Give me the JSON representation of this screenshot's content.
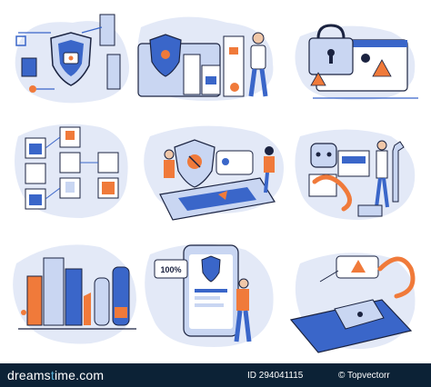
{
  "illustration": {
    "badge_text": "100%",
    "colors": {
      "primary": "#3a66c9",
      "light": "#c9d6f2",
      "accent": "#f07a3a",
      "outline": "#1b2340",
      "bg_blob": "#e3e9f7"
    }
  },
  "footer": {
    "brand_left": "dreams",
    "brand_dot": "t",
    "brand_right": "ime.com",
    "id_label": "ID 294041115",
    "separator": "©",
    "author": "Topvectorr"
  }
}
